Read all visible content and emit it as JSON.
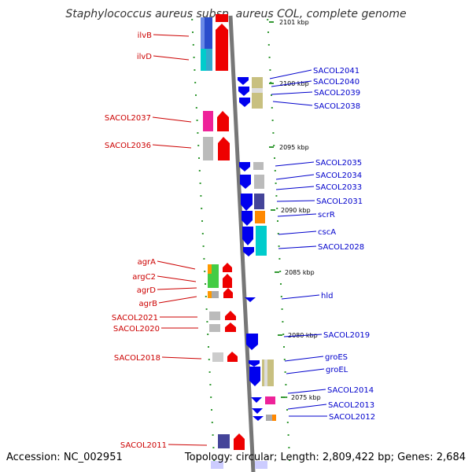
{
  "title": "Staphylococcus aureus subsp. aureus COL, complete genome",
  "footer": {
    "accession": "Accession: NC_002951",
    "summary": "Topology: circular; Length: 2,809,422 bp; Genes: 2,684"
  },
  "kbp_markers": [
    "2101 kbp",
    "2100 kbp",
    "2095 kbp",
    "2090 kbp",
    "2085 kbp",
    "2080 kbp",
    "2075 kbp"
  ],
  "left_labels": [
    "ilvB",
    "ilvD",
    "SACOL2037",
    "SACOL2036",
    "agrA",
    "argC2",
    "agrD",
    "agrB",
    "SACOL2021",
    "SACOL2020",
    "SACOL2018",
    "SACOL2011"
  ],
  "right_labels": [
    "SACOL2041",
    "SACOL2040",
    "SACOL2039",
    "SACOL2038",
    "SACOL2035",
    "SACOL2034",
    "SACOL2033",
    "SACOL2031",
    "scrR",
    "cscA",
    "SACOL2028",
    "hld",
    "SACOL2019",
    "groES",
    "groEL",
    "SACOL2014",
    "SACOL2013",
    "SACOL2012"
  ],
  "colors": {
    "left_label": "#cc0000",
    "right_label": "#0000cc",
    "forward_arrow": "#ff0000",
    "reverse_arrow": "#0000ee",
    "backbone": "#888888",
    "tick": "#339933"
  }
}
